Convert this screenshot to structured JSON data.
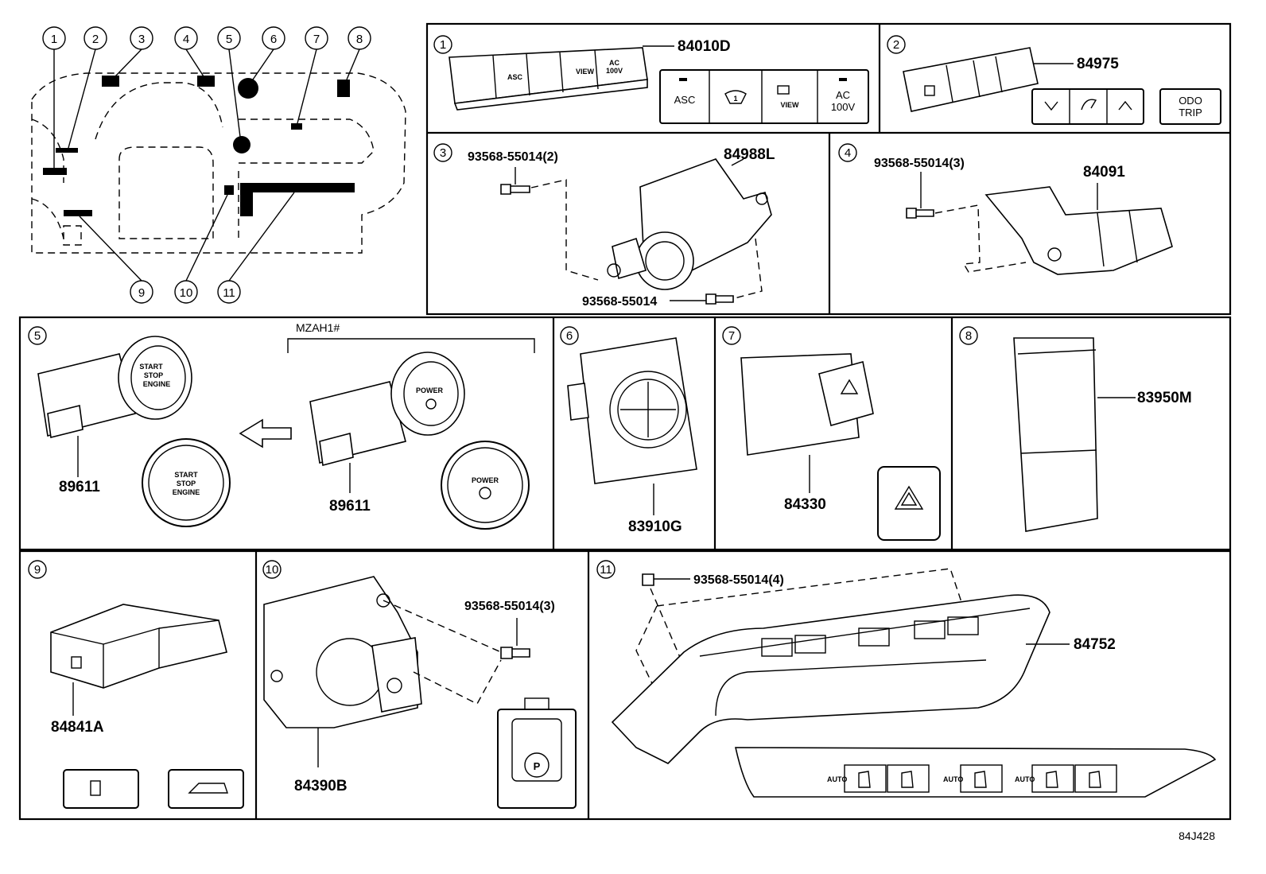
{
  "callouts": [
    "1",
    "2",
    "3",
    "4",
    "5",
    "6",
    "7",
    "8",
    "9",
    "10",
    "11"
  ],
  "panels": {
    "p1": {
      "index": "1",
      "part": "84010D",
      "keys": {
        "asc": "ASC",
        "view": "VIEW",
        "ac": "AC",
        "ac2": "100V"
      },
      "tiny": {
        "asc": "ASC",
        "view": "VIEW",
        "ac": "AC",
        "ac2": "100V"
      }
    },
    "p2": {
      "index": "2",
      "part": "84975",
      "keys": {
        "odo": "ODO",
        "trip": "TRIP"
      }
    },
    "p3": {
      "index": "3",
      "part": "84988L",
      "screw1": "93568-55014(2)",
      "screw2": "93568-55014"
    },
    "p4": {
      "index": "4",
      "part": "84091",
      "screw": "93568-55014(3)"
    },
    "p5": {
      "index": "5",
      "part_left": "89611",
      "part_right": "89611",
      "variant": "MZAH1#",
      "btn_left": {
        "l1": "START",
        "l2": "STOP",
        "l3": "ENGINE"
      },
      "btn_right": {
        "l1": "POWER"
      }
    },
    "p6": {
      "index": "6",
      "part": "83910G"
    },
    "p7": {
      "index": "7",
      "part": "84330"
    },
    "p8": {
      "index": "8",
      "part": "83950M"
    },
    "p9": {
      "index": "9",
      "part": "84841A"
    },
    "p10": {
      "index": "10",
      "part": "84390B",
      "screw": "93568-55014(3)",
      "p_symbol": "P"
    },
    "p11": {
      "index": "11",
      "part": "84752",
      "screw": "93568-55014(4)",
      "auto": "AUTO"
    }
  },
  "ref_code": "84J428"
}
